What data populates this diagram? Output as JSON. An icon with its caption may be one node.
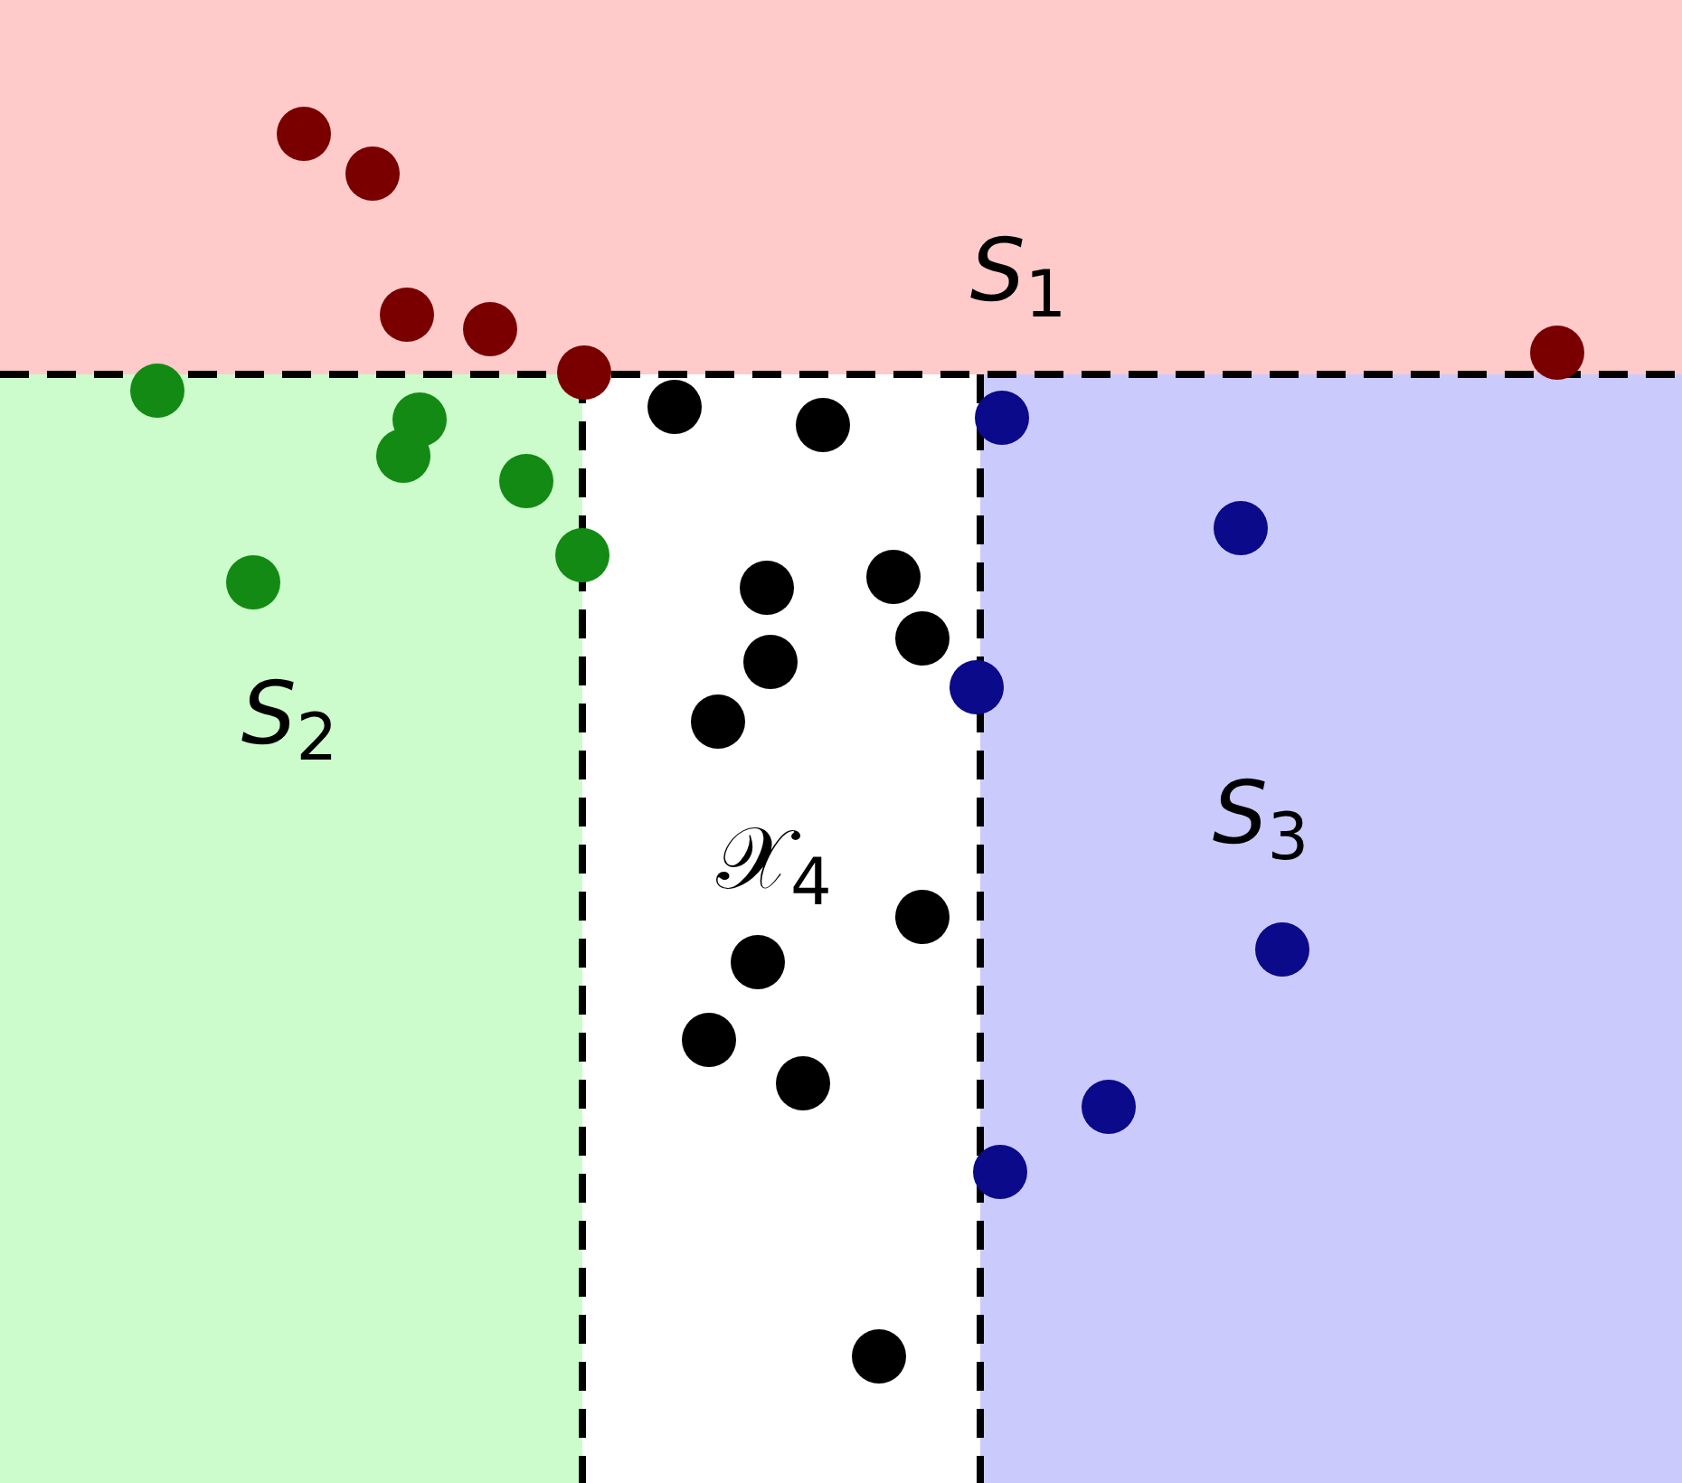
{
  "diagram": {
    "nodes": [
      {
        "text": [
          "*S*$_{1}$"
        ]
      },
      {
        "text": [
          "*S*$_{2}$"
        ]
      },
      {
        "text": [
          "𝒳$_{4}$"
        ]
      },
      {
        "text": [
          "*S*$_{3}$"
        ]
      }
    ]
  }
}
